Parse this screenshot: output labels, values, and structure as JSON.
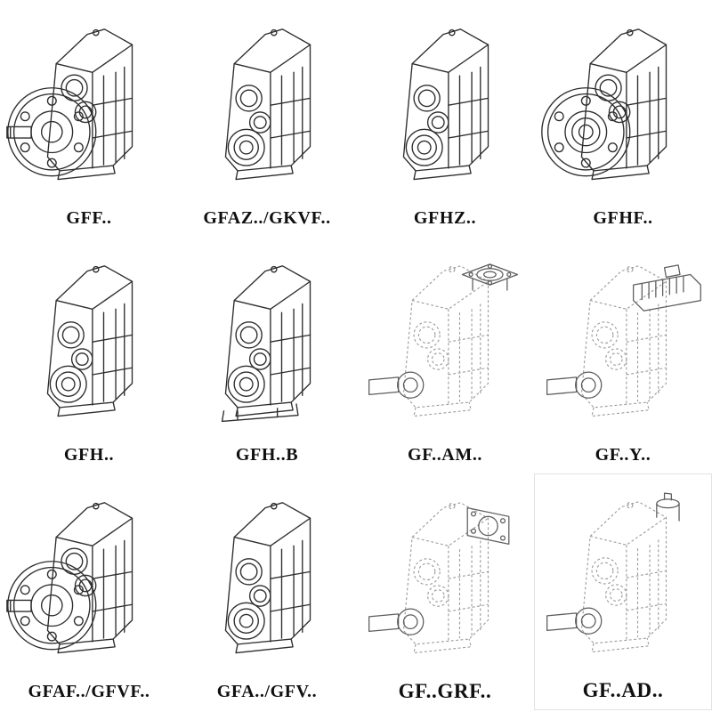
{
  "page": {
    "background": "#ffffff",
    "line_color": "#2e2e2e",
    "dashed_line_color": "#9b9b9b",
    "description": "Catalog sheet of parallel shaft helical gear reducer model variants, 4 x 3 grid of technical line drawings with model designations"
  },
  "cells": [
    {
      "label": "GFF..",
      "drawing": "gearbox-flange-mounted-solid-shaft"
    },
    {
      "label": "GFAZ../GKVF..",
      "drawing": "gearbox-hollow-shaft"
    },
    {
      "label": "GFHZ..",
      "drawing": "gearbox-hollow-shaft-shrink-disc"
    },
    {
      "label": "GFHF..",
      "drawing": "gearbox-flange-mounted-hollow-shaft"
    },
    {
      "label": "GFH..",
      "drawing": "gearbox-hollow-shaft"
    },
    {
      "label": "GFH..B",
      "drawing": "gearbox-hollow-shaft-foot-mounted"
    },
    {
      "label": "GF..AM..",
      "drawing": "gearbox-dashed-iec-motor-adapter"
    },
    {
      "label": "GF..Y..",
      "drawing": "gearbox-dashed-with-motor"
    },
    {
      "label": "GFAF../GFVF..",
      "drawing": "gearbox-flange-mounted-solid-shaft"
    },
    {
      "label": "GFA../GFV..",
      "drawing": "gearbox-hollow-shaft"
    },
    {
      "label": "GF..GRF..",
      "drawing": "gearbox-dashed-input-flange"
    },
    {
      "label": "GF..AD..",
      "drawing": "gearbox-dashed-input-shaft-adapter"
    }
  ]
}
